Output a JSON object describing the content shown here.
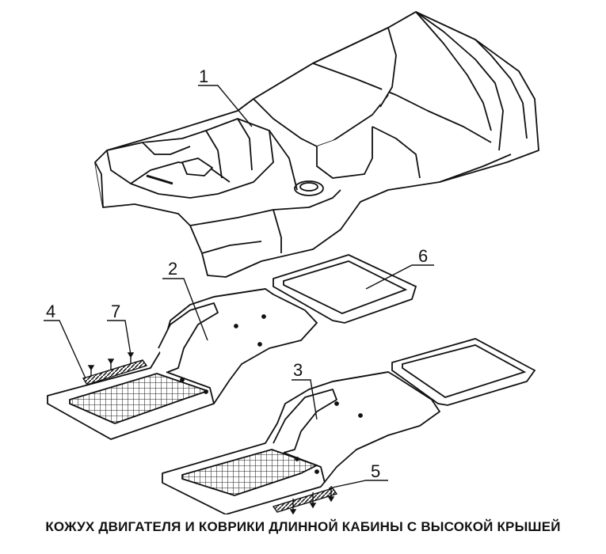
{
  "callouts": {
    "c1": "1",
    "c2": "2",
    "c3": "3",
    "c4": "4",
    "c5": "5",
    "c6": "6",
    "c7": "7"
  },
  "caption": "КОЖУХ ДВИГАТЕЛЯ И КОВРИКИ ДЛИННОЙ КАБИНЫ С ВЫСОКОЙ КРЫШЕЙ"
}
